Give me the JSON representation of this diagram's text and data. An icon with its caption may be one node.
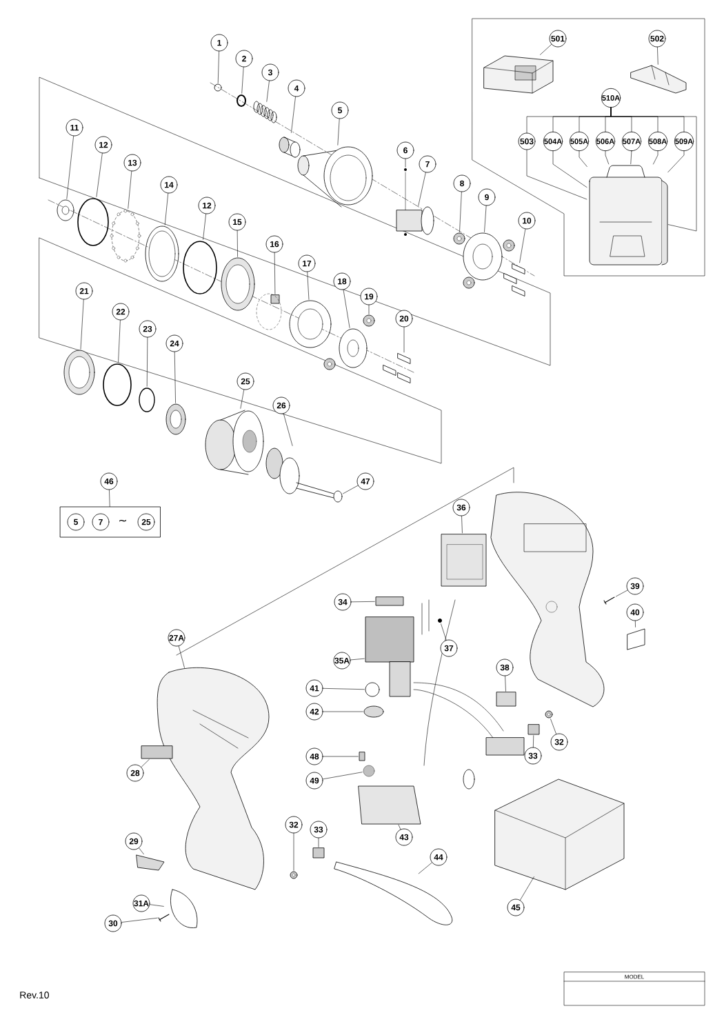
{
  "diagram": {
    "nodes": [
      {
        "text": [
          "1"
        ]
      },
      {
        "text": [
          "2"
        ]
      },
      {
        "text": [
          "3"
        ]
      },
      {
        "text": [
          "4"
        ]
      },
      {
        "text": [
          "5"
        ]
      },
      {
        "text": [
          "6"
        ]
      },
      {
        "text": [
          "7"
        ]
      },
      {
        "text": [
          "8"
        ]
      },
      {
        "text": [
          "9"
        ]
      },
      {
        "text": [
          "10"
        ]
      },
      {
        "text": [
          "11"
        ]
      },
      {
        "text": [
          "12"
        ]
      },
      {
        "text": [
          "13"
        ]
      },
      {
        "text": [
          "14"
        ]
      },
      {
        "text": [
          "12"
        ]
      },
      {
        "text": [
          "15"
        ]
      },
      {
        "text": [
          "16"
        ]
      },
      {
        "text": [
          "17"
        ]
      },
      {
        "text": [
          "18"
        ]
      },
      {
        "text": [
          "19"
        ]
      },
      {
        "text": [
          "20"
        ]
      },
      {
        "text": [
          "21"
        ]
      },
      {
        "text": [
          "22"
        ]
      },
      {
        "text": [
          "23"
        ]
      },
      {
        "text": [
          "24"
        ]
      },
      {
        "text": [
          "25"
        ]
      },
      {
        "text": [
          "26"
        ]
      },
      {
        "text": [
          "46"
        ]
      },
      {
        "text": [
          "∼"
        ]
      },
      {
        "text": [
          "5"
        ],
        "in": 28
      },
      {
        "text": [
          "7"
        ],
        "in": 28
      },
      {
        "text": [
          "25"
        ],
        "in": 28
      },
      {
        "text": [
          "47"
        ]
      },
      {
        "text": [
          "36"
        ]
      },
      {
        "text": [
          "34"
        ]
      },
      {
        "text": [
          "39"
        ]
      },
      {
        "text": [
          "40"
        ]
      },
      {
        "text": [
          "27A"
        ]
      },
      {
        "text": [
          "35A"
        ]
      },
      {
        "text": [
          "37"
        ]
      },
      {
        "text": [
          "38"
        ]
      },
      {
        "text": [
          "41"
        ]
      },
      {
        "text": [
          "42"
        ]
      },
      {
        "text": [
          "32"
        ]
      },
      {
        "text": [
          "33"
        ]
      },
      {
        "text": [
          "48"
        ]
      },
      {
        "text": [
          "49"
        ]
      },
      {
        "text": [
          "28"
        ]
      },
      {
        "text": [
          "43"
        ]
      },
      {
        "text": [
          "32"
        ]
      },
      {
        "text": [
          "33"
        ]
      },
      {
        "text": [
          "29"
        ]
      },
      {
        "text": [
          "44"
        ]
      },
      {
        "text": [
          "45"
        ]
      },
      {
        "text": [
          "31A"
        ]
      },
      {
        "text": [
          "30"
        ]
      },
      {
        "text": [],
        "shape": "box"
      },
      {
        "text": [
          "501"
        ],
        "in": 56
      },
      {
        "text": [
          "502"
        ],
        "in": 56
      },
      {
        "text": [
          "510A"
        ],
        "in": 56
      },
      {
        "text": [
          "503"
        ],
        "in": 56
      },
      {
        "text": [
          "504A"
        ],
        "in": 56
      },
      {
        "text": [
          "505A"
        ],
        "in": 56
      },
      {
        "text": [
          "506A"
        ],
        "in": 56
      },
      {
        "text": [
          "507A"
        ],
        "in": 56
      },
      {
        "text": [
          "508A"
        ],
        "in": 56
      },
      {
        "text": [
          "509A"
        ],
        "in": 56
      },
      {
        "text": [],
        "shape": "picture"
      },
      {
        "text": [],
        "shape": "circle"
      },
      {
        "text": [],
        "shape": "picture"
      },
      {
        "text": [],
        "shape": "picture"
      },
      {
        "text": [],
        "shape": "picture"
      },
      {
        "text": [],
        "shape": "picture"
      },
      {
        "text": [],
        "shape": "box"
      },
      {
        "text": [],
        "shape": "picture"
      },
      {
        "text": [],
        "shape": "picture"
      },
      {
        "text": [],
        "shape": "box"
      },
      {
        "text": [],
        "shape": "picture"
      },
      {
        "text": [],
        "shape": "circle"
      },
      {
        "text": [],
        "shape": "picture"
      },
      {
        "text": [],
        "shape": "picture"
      },
      {
        "text": [],
        "shape": "circle"
      },
      {
        "text": [],
        "shape": "picture"
      },
      {
        "text": [],
        "shape": "picture"
      },
      {
        "text": [],
        "shape": "picture"
      },
      {
        "text": [],
        "shape": "picture"
      },
      {
        "text": [],
        "shape": "picture"
      },
      {
        "text": [],
        "shape": "box"
      },
      {
        "text": [],
        "shape": "picture"
      },
      {
        "text": [],
        "shape": "circle"
      },
      {
        "text": [],
        "shape": "circle"
      },
      {
        "text": [],
        "shape": "picture"
      },
      {
        "text": [],
        "shape": "picture"
      },
      {
        "text": [],
        "shape": "picture"
      },
      {
        "text": [],
        "shape": "circle"
      },
      {
        "text": [],
        "shape": "picture"
      },
      {
        "text": [],
        "shape": "box"
      },
      {
        "text": [],
        "shape": "picture"
      },
      {
        "text": [],
        "shape": "box"
      },
      {
        "text": [],
        "shape": "picture"
      },
      {
        "text": [],
        "shape": "box"
      },
      {
        "text": [],
        "shape": "picture"
      },
      {
        "text": [],
        "shape": "box"
      },
      {
        "text": [],
        "shape": "circle"
      },
      {
        "text": [],
        "shape": "circle"
      },
      {
        "text": [],
        "shape": "picture"
      },
      {
        "text": [],
        "shape": "box"
      },
      {
        "text": [],
        "shape": "box"
      },
      {
        "text": [],
        "shape": "circle"
      },
      {
        "text": [],
        "shape": "box"
      },
      {
        "text": [],
        "shape": "box"
      },
      {
        "text": [],
        "shape": "picture"
      },
      {
        "text": [],
        "shape": "box"
      },
      {
        "text": [],
        "shape": "picture"
      },
      {
        "text": [],
        "shape": "picture"
      },
      {
        "text": [],
        "shape": "picture"
      },
      {
        "text": [],
        "shape": "picture"
      },
      {
        "text": [],
        "shape": "picture"
      },
      {
        "text": [],
        "shape": "picture",
        "in": 56
      },
      {
        "text": [],
        "shape": "picture",
        "in": 56
      },
      {
        "text": [],
        "shape": "picture",
        "in": 56
      },
      {
        "text": [],
        "shape": "circle"
      },
      {
        "text": [],
        "shape": "circle"
      },
      {
        "text": [],
        "shape": "circle"
      },
      {
        "text": [],
        "shape": "box"
      },
      {
        "text": [],
        "shape": "box"
      },
      {
        "text": [],
        "shape": "box"
      },
      {
        "text": [],
        "shape": "box"
      },
      {
        "text": [],
        "shape": "picture"
      }
    ],
    "edges": [
      {
        "from": 0,
        "to": 67,
        "arrow": "none"
      },
      {
        "from": 1,
        "to": 68,
        "arrow": "none"
      },
      {
        "from": 2,
        "to": 69,
        "arrow": "none"
      },
      {
        "from": 3,
        "to": 70,
        "arrow": "none"
      },
      {
        "from": 4,
        "to": 71,
        "arrow": "none"
      },
      {
        "from": 5,
        "to": 72,
        "arrow": "none"
      },
      {
        "from": 6,
        "to": 73,
        "arrow": "none"
      },
      {
        "from": 7,
        "to": 74,
        "arrow": "none"
      },
      {
        "from": 8,
        "to": 75,
        "arrow": "none"
      },
      {
        "from": 9,
        "to": 76,
        "arrow": "none"
      },
      {
        "from": 10,
        "to": 77,
        "arrow": "none"
      },
      {
        "from": 11,
        "to": 78,
        "arrow": "none"
      },
      {
        "from": 12,
        "to": 79,
        "arrow": "none"
      },
      {
        "from": 13,
        "to": 80,
        "arrow": "none"
      },
      {
        "from": 14,
        "to": 81,
        "arrow": "none"
      },
      {
        "from": 15,
        "to": 82,
        "arrow": "none"
      },
      {
        "from": 16,
        "to": 83,
        "arrow": "none"
      },
      {
        "from": 17,
        "to": 84,
        "arrow": "none"
      },
      {
        "from": 18,
        "to": 85,
        "arrow": "none"
      },
      {
        "from": 19,
        "to": 86,
        "arrow": "none"
      },
      {
        "from": 20,
        "to": 87,
        "arrow": "none"
      },
      {
        "from": 21,
        "to": 88,
        "arrow": "none"
      },
      {
        "from": 22,
        "to": 89,
        "arrow": "none"
      },
      {
        "from": 23,
        "to": 90,
        "arrow": "none"
      },
      {
        "from": 24,
        "to": 91,
        "arrow": "none"
      },
      {
        "from": 25,
        "to": 92,
        "arrow": "none"
      },
      {
        "from": 26,
        "to": 93,
        "arrow": "none"
      },
      {
        "from": 27,
        "to": 28,
        "arrow": "none"
      },
      {
        "from": 32,
        "to": 94,
        "arrow": "none"
      },
      {
        "from": 33,
        "to": 95,
        "arrow": "none"
      },
      {
        "from": 34,
        "to": 96,
        "arrow": "none"
      },
      {
        "from": 35,
        "to": 97,
        "arrow": "none"
      },
      {
        "from": 36,
        "to": 98,
        "arrow": "none"
      },
      {
        "from": 37,
        "to": 99,
        "arrow": "none"
      },
      {
        "from": 38,
        "to": 100,
        "arrow": "none"
      },
      {
        "from": 39,
        "to": 101,
        "arrow": "none"
      },
      {
        "from": 40,
        "to": 102,
        "arrow": "none"
      },
      {
        "from": 41,
        "to": 103,
        "arrow": "none"
      },
      {
        "from": 42,
        "to": 104,
        "arrow": "none"
      },
      {
        "from": 43,
        "to": 105,
        "arrow": "none"
      },
      {
        "from": 44,
        "to": 106,
        "arrow": "none"
      },
      {
        "from": 45,
        "to": 107,
        "arrow": "none"
      },
      {
        "from": 46,
        "to": 108,
        "arrow": "none"
      },
      {
        "from": 47,
        "to": 109,
        "arrow": "none"
      },
      {
        "from": 48,
        "to": 110,
        "arrow": "none"
      },
      {
        "from": 49,
        "to": 111,
        "arrow": "none"
      },
      {
        "from": 50,
        "to": 112,
        "arrow": "none"
      },
      {
        "from": 51,
        "to": 113,
        "arrow": "none"
      },
      {
        "from": 52,
        "to": 114,
        "arrow": "none"
      },
      {
        "from": 53,
        "to": 115,
        "arrow": "none"
      },
      {
        "from": 54,
        "to": 116,
        "arrow": "none"
      },
      {
        "from": 55,
        "to": 117,
        "arrow": "none"
      },
      {
        "from": 57,
        "to": 118,
        "arrow": "none"
      },
      {
        "from": 58,
        "to": 119,
        "arrow": "none"
      },
      {
        "from": 59,
        "to": 60,
        "arrow": "none"
      },
      {
        "from": 59,
        "to": 61,
        "arrow": "none"
      },
      {
        "from": 59,
        "to": 62,
        "arrow": "none"
      },
      {
        "from": 59,
        "to": 63,
        "arrow": "none"
      },
      {
        "from": 59,
        "to": 64,
        "arrow": "none"
      },
      {
        "from": 59,
        "to": 65,
        "arrow": "none"
      },
      {
        "from": 59,
        "to": 66,
        "arrow": "none"
      },
      {
        "from": 60,
        "to": 120,
        "arrow": "none"
      },
      {
        "from": 61,
        "to": 120,
        "arrow": "none"
      },
      {
        "from": 62,
        "to": 120,
        "arrow": "none"
      },
      {
        "from": 63,
        "to": 120,
        "arrow": "none"
      },
      {
        "from": 64,
        "to": 120,
        "arrow": "none"
      },
      {
        "from": 65,
        "to": 120,
        "arrow": "none"
      },
      {
        "from": 66,
        "to": 120,
        "arrow": "none"
      },
      {
        "from": 59,
        "to": 120,
        "arrow": "none"
      }
    ],
    "labels": [
      "MODEL",
      "Rev.10"
    ]
  }
}
